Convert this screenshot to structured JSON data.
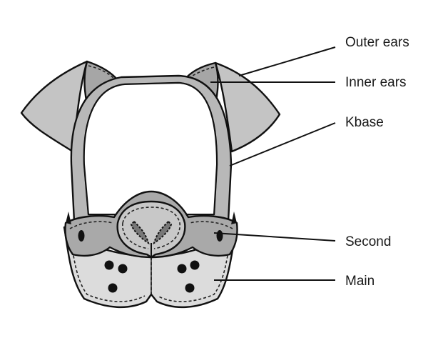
{
  "labels": {
    "outer_ears": "Outer ears",
    "inner_ears": "Inner ears",
    "kbase": "Kbase",
    "second": "Second",
    "main": "Main"
  },
  "colors": {
    "outer_ears": "#c4c4c4",
    "inner_ears": "#a6a6a6",
    "kbase": "#b8b8b8",
    "second": "#a9a9a9",
    "main": "#dcdcdc",
    "outline": "#111111"
  }
}
